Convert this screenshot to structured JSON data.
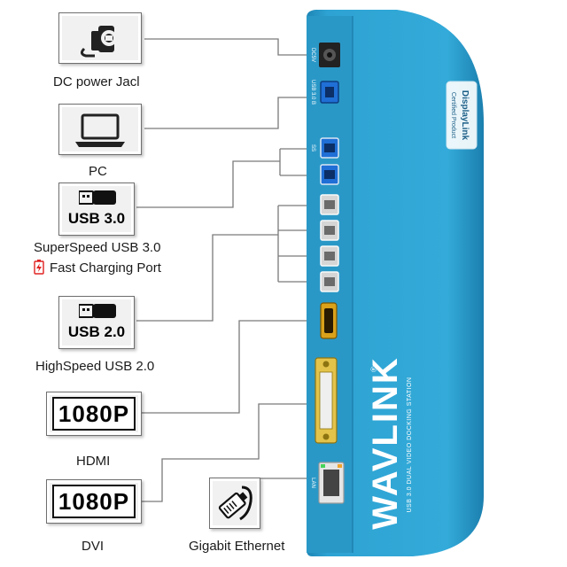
{
  "labels": {
    "dc_power": "DC power Jacl",
    "pc": "PC",
    "superspeed": "SuperSpeed USB 3.0",
    "fast_charging": "Fast Charging Port",
    "highspeed": "HighSpeed USB 2.0",
    "hdmi": "HDMI",
    "dvi": "DVI",
    "ethernet": "Gigabit Ethernet"
  },
  "icon_text": {
    "usb30": "USB 3.0",
    "usb20": "USB 2.0",
    "res_hdmi": "1080P",
    "res_dvi": "1080P"
  },
  "dock": {
    "brand": "WAVLINK",
    "registered": "®",
    "model_line": "USB 3.0 DUAL VIDEO DOCKING STATION",
    "badge_line1": "DisplayLink",
    "badge_line2": "Certified Product",
    "port_dc": "DC5V",
    "port_host": "USB 3.0 B",
    "port_ss": "SS",
    "port_lan": "LAN"
  },
  "colors": {
    "dock_blue": "#2ea3d3",
    "dock_dark": "#1b7fae",
    "usb3_blue": "#1f6fd6",
    "hdmi_gold": "#d9a21a",
    "charge_red": "#e02020",
    "line_gray": "#7a7a7a"
  },
  "icons": [
    "dc-plug-icon",
    "laptop-icon",
    "usb-stick-icon",
    "monitor-icon",
    "ethernet-connector-icon",
    "battery-charge-icon"
  ]
}
